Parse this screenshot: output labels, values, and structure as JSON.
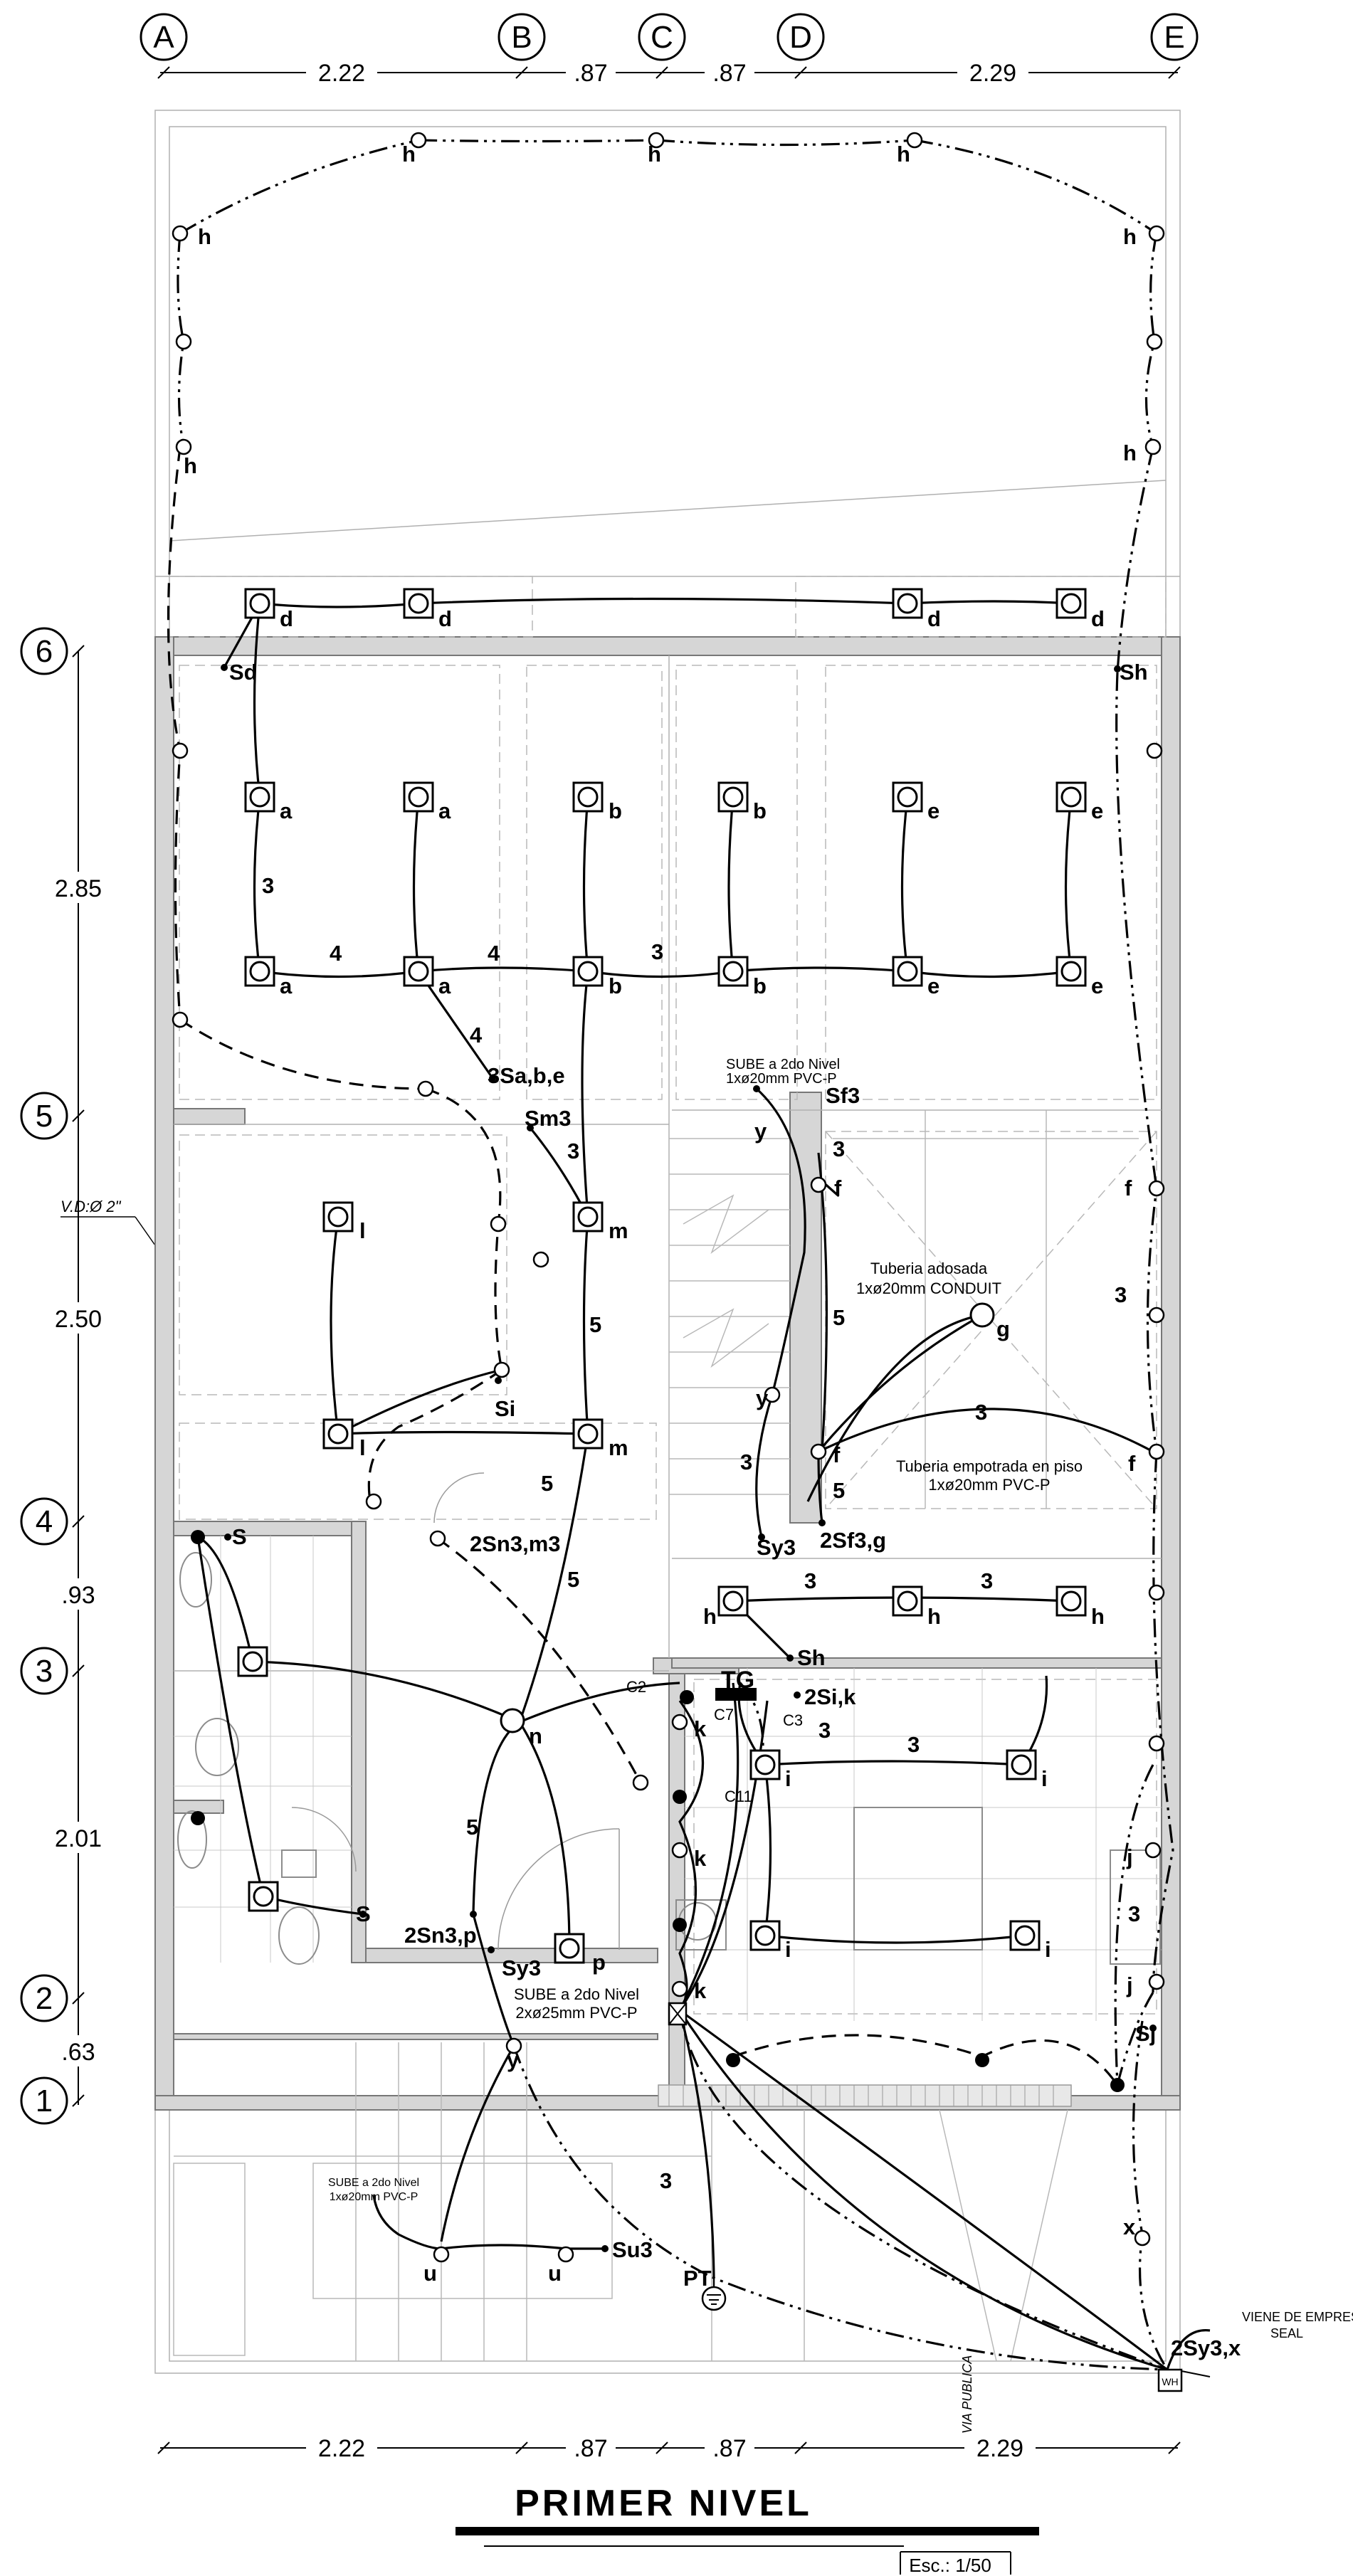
{
  "grid_top": [
    "A",
    "B",
    "C",
    "D",
    "E"
  ],
  "grid_left": [
    "6",
    "5",
    "4",
    "3",
    "2",
    "1"
  ],
  "dims_top": [
    "2.22",
    ".87",
    ".87",
    "2.29"
  ],
  "dims_bottom": [
    "2.22",
    ".87",
    ".87",
    "2.29"
  ],
  "dims_left": [
    "2.85",
    "2.50",
    ".93",
    "2.01",
    ".63"
  ],
  "vd_label": "V.D:Ø 2\"",
  "labels": {
    "h": "h",
    "d": "d",
    "Sd": "Sd",
    "Sh": "Sh",
    "a": "a",
    "b": "b",
    "e": "e",
    "3Sabe": "3Sa,b,e",
    "Sm3": "Sm3",
    "l": "l",
    "m": "m",
    "Si": "Si",
    "2Sn3m3": "2Sn3,m3",
    "S": "S",
    "n": "n",
    "2Sn3p": "2Sn3,p",
    "Sy3": "Sy3",
    "p": "p",
    "y": "y",
    "u": "u",
    "Su3": "Su3",
    "PT": "PT",
    "Sf3": "Sf3",
    "f": "f",
    "g": "g",
    "2Sf3g": "2Sf3,g",
    "TG": "TG",
    "2Sik": "2Si,k",
    "k": "k",
    "i": "i",
    "j": "j",
    "Sj": "Sj",
    "x": "x",
    "2Sy3x": "2Sy3,x",
    "C2": "C2",
    "C3": "C3",
    "C7": "C7",
    "C11": "C11",
    "WH": "WH",
    "n3": "3",
    "n4": "4",
    "n5": "5"
  },
  "notes": {
    "sube_upper_1": "SUBE a 2do Nivel",
    "sube_upper_2": "1xø20mm PVC-P",
    "tuberia_adosada_1": "Tuberia adosada",
    "tuberia_adosada_2": "1xø20mm CONDUIT",
    "tuberia_empotrada_1": "Tuberia empotrada en piso",
    "tuberia_empotrada_2": "1xø20mm PVC-P",
    "sube_mid_1": "SUBE a 2do Nivel",
    "sube_mid_2": "2xø25mm PVC-P",
    "sube_low_1": "SUBE a 2do Nivel",
    "sube_low_2": "1xø20mm PVC-P",
    "via_publica": "VIA PUBLICA",
    "viene_1": "VIENE DE EMPRESA",
    "viene_2": "SEAL"
  },
  "title": "PRIMER NIVEL",
  "scale": "Esc.: 1/50"
}
